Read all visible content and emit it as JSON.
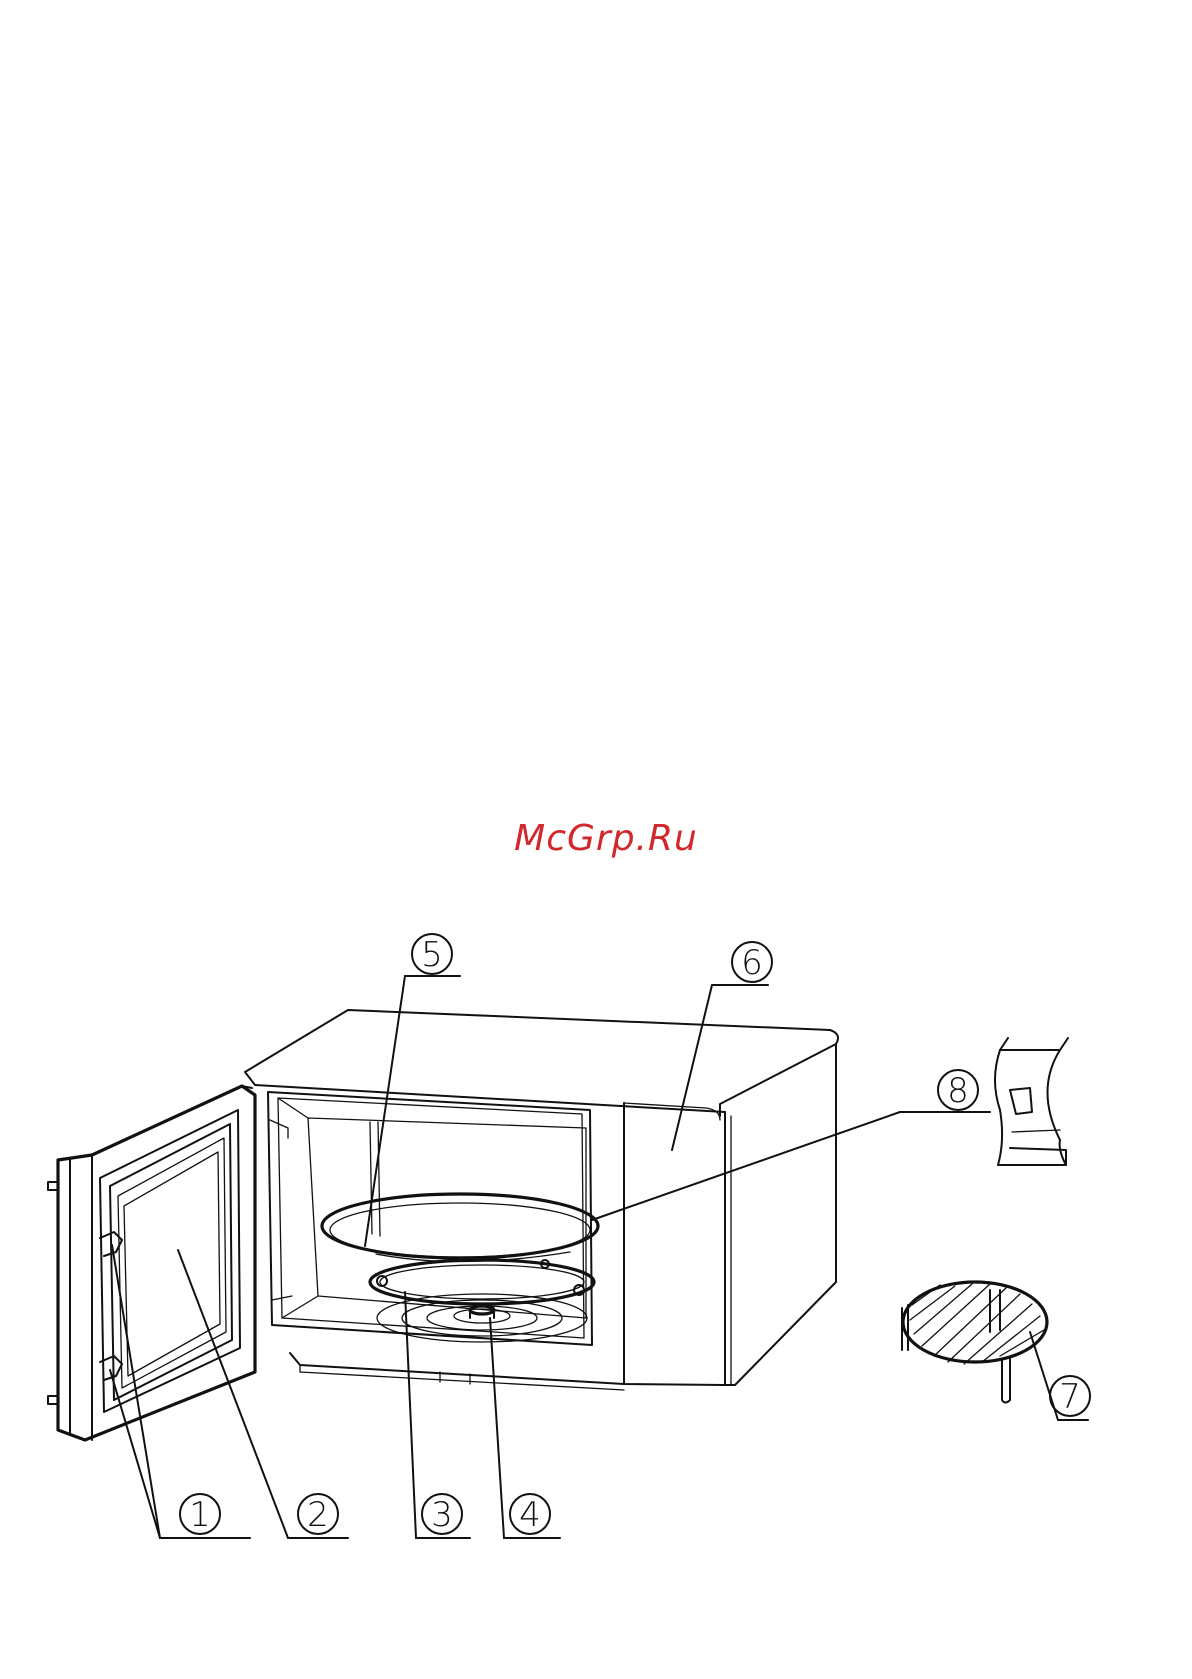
{
  "watermark": "McGrp.Ru",
  "callouts": [
    {
      "id": "callout-1",
      "label": "1"
    },
    {
      "id": "callout-2",
      "label": "2"
    },
    {
      "id": "callout-3",
      "label": "3"
    },
    {
      "id": "callout-4",
      "label": "4"
    },
    {
      "id": "callout-5",
      "label": "5"
    },
    {
      "id": "callout-6",
      "label": "6"
    },
    {
      "id": "callout-7",
      "label": "7"
    },
    {
      "id": "callout-8",
      "label": "8"
    }
  ]
}
